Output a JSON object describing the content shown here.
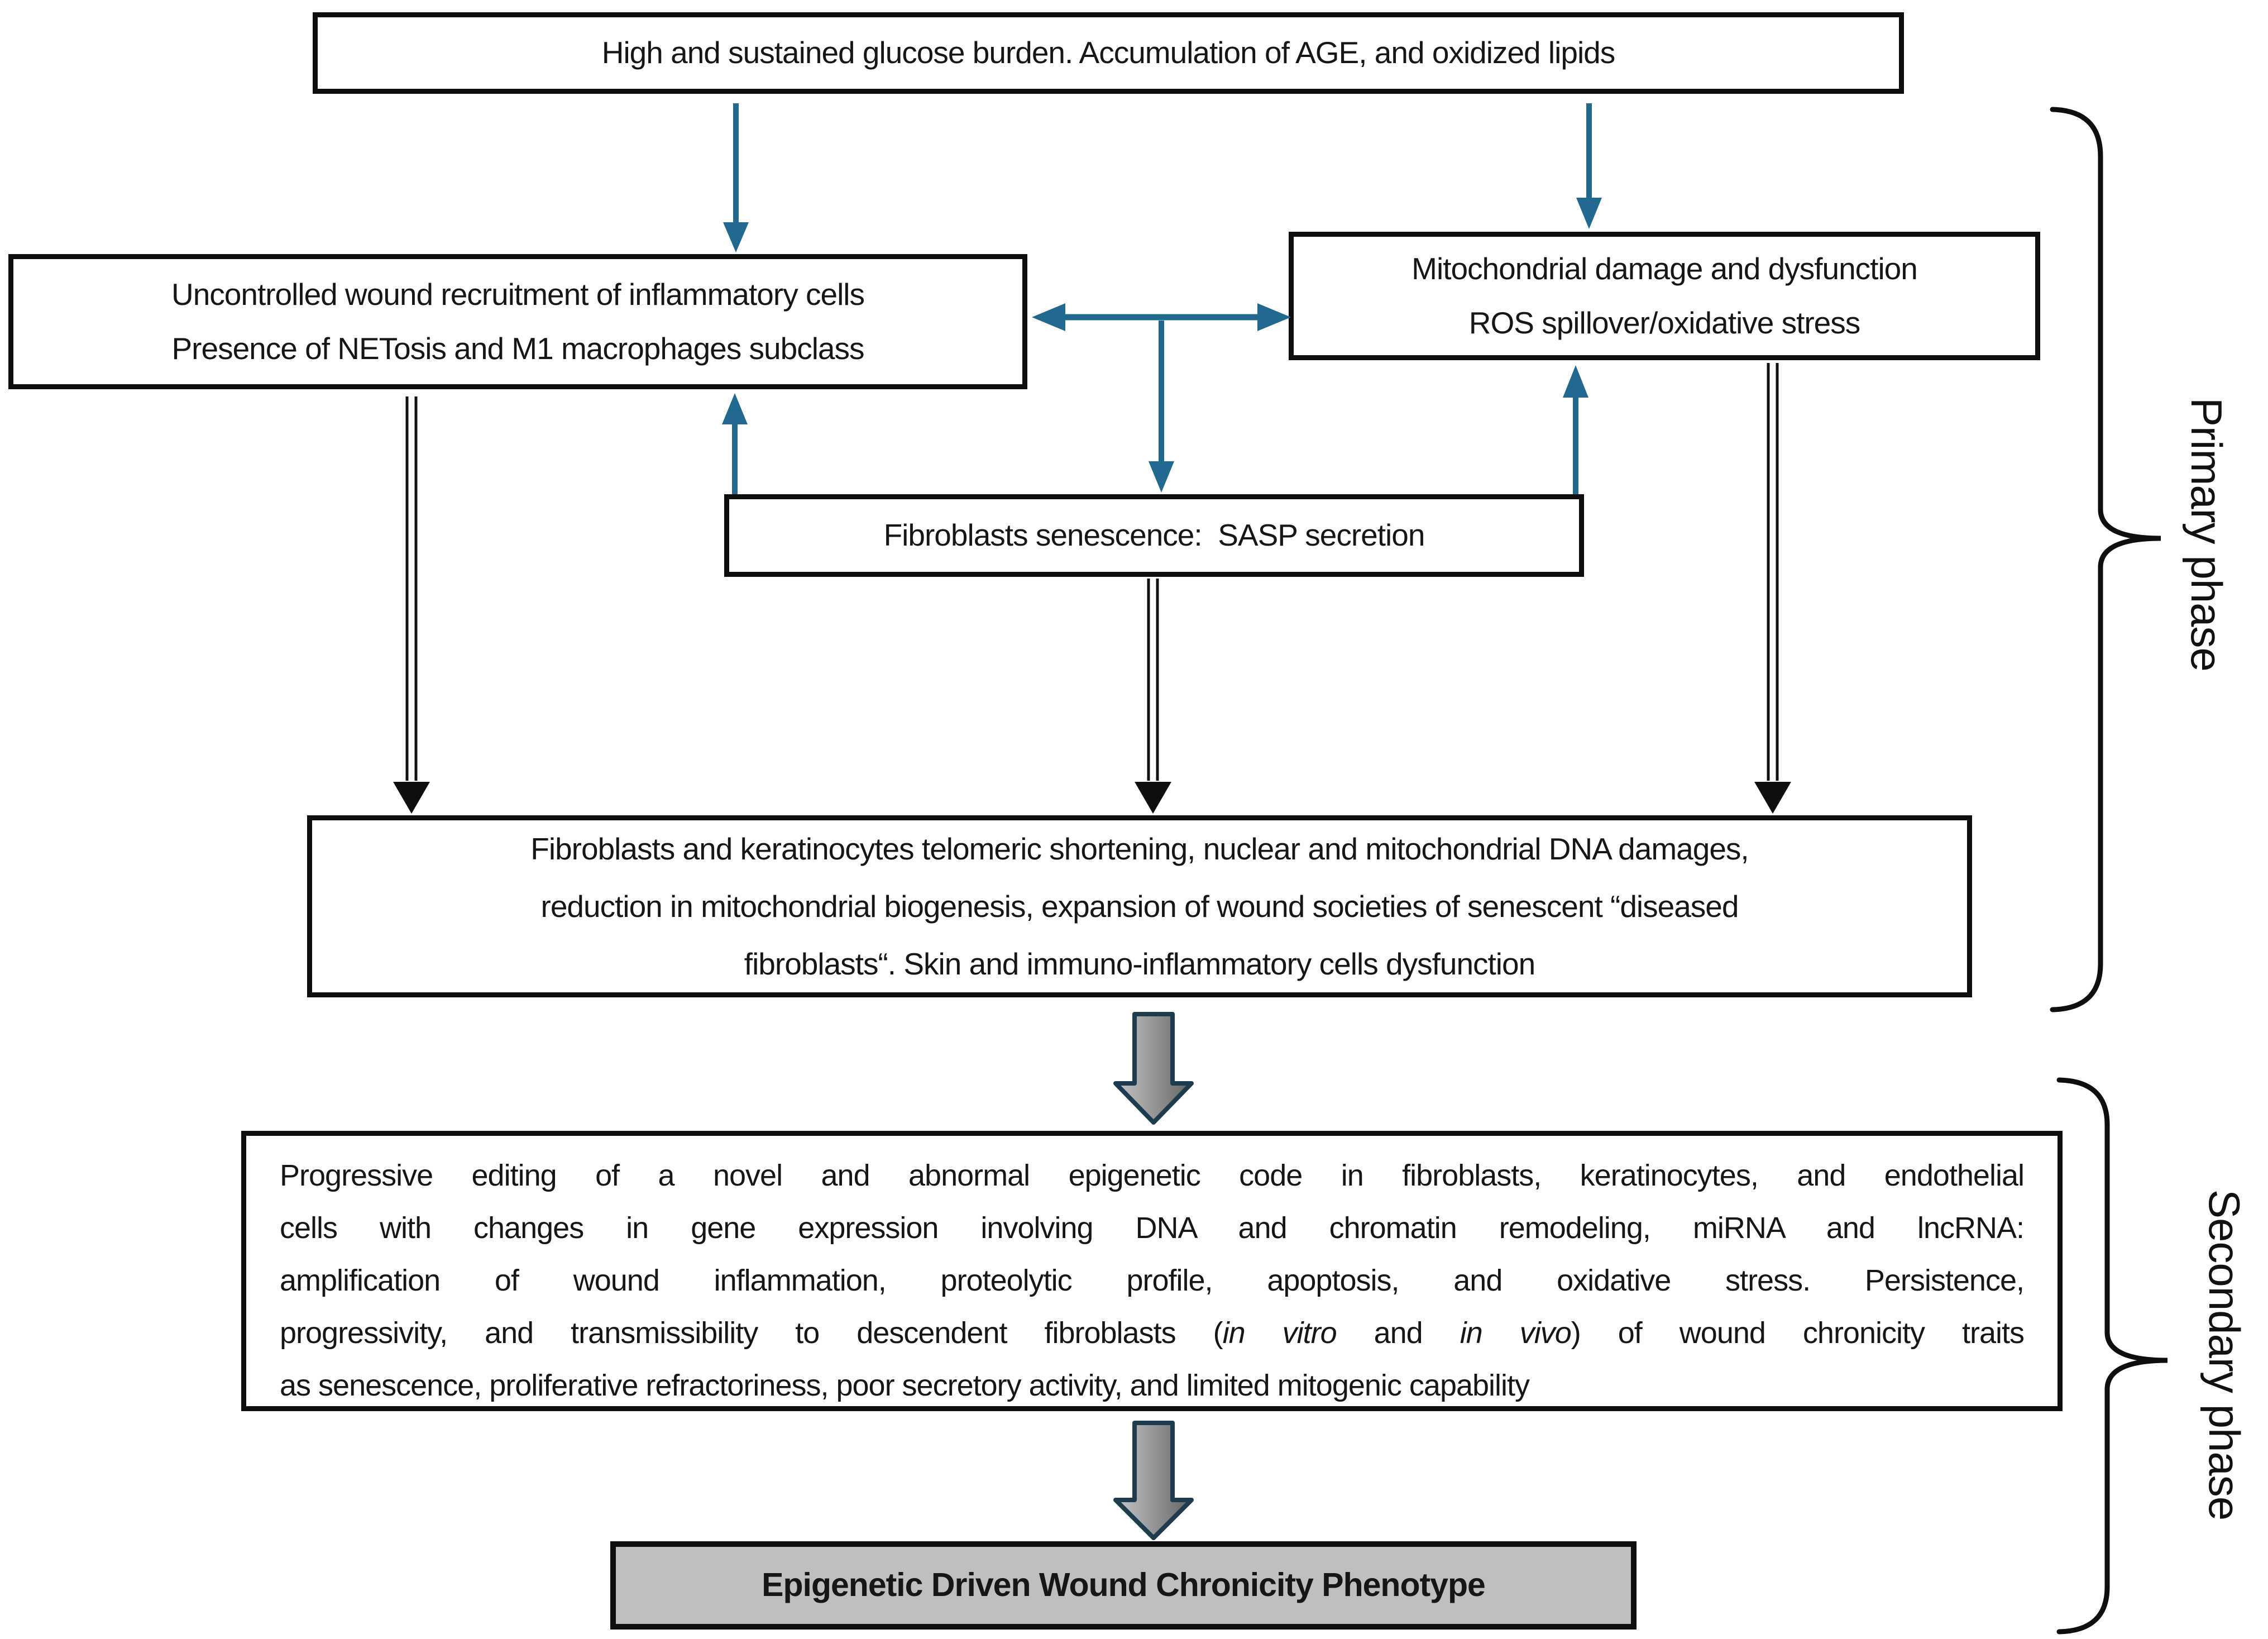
{
  "boxes": {
    "glucose": {
      "text": "High and sustained glucose burden. Accumulation of AGE, and oxidized lipids"
    },
    "inflammatory": {
      "line1": "Uncontrolled wound recruitment of inflammatory cells",
      "line2": "Presence of NETosis and M1 macrophages subclass"
    },
    "mitochondrial": {
      "line1": "Mitochondrial damage and dysfunction",
      "line2": "ROS spillover/oxidative stress"
    },
    "senescence": {
      "text": "Fibroblasts senescence:  SASP secretion"
    },
    "primary_outcome": {
      "lines": [
        "Fibroblasts and keratinocytes telomeric shortening, nuclear and mitochondrial DNA damages,",
        "reduction in mitochondrial biogenesis, expansion of wound societies of senescent “diseased",
        "fibroblasts“. Skin and immuno-inflammatory cells dysfunction"
      ]
    },
    "secondary_outcome": {
      "line1": "Progressive editing of a novel and abnormal epigenetic code in fibroblasts, keratinocytes, and endothelial",
      "line2": "cells with changes in gene expression involving DNA and chromatin remodeling, miRNA and lncRNA:",
      "line3": "amplification of wound inflammation, proteolytic profile, apoptosis, and oxidative stress. Persistence,",
      "line4_pre": "progressivity, and transmissibility to descendent fibroblasts (",
      "line4_italic1": "in vitro",
      "line4_mid": " and ",
      "line4_italic2": "in vivo",
      "line4_post": ") of wound chronicity traits",
      "line5": "as senescence, proliferative refractoriness, poor secretory activity, and limited mitogenic capability"
    },
    "phenotype": {
      "text": "Epigenetic Driven Wound Chronicity Phenotype"
    }
  },
  "labels": {
    "primary_phase": "Primary phase",
    "secondary_phase": "Secondary phase"
  },
  "colors": {
    "arrow_blue": "#226990",
    "line_black": "#0e0e0e",
    "gray_box_bg": "#bfbfbf",
    "arrow3d_outline": "#1d3c4e",
    "arrow3d_body": "#8f8f8f"
  },
  "arrows": [
    {
      "from": "glucose",
      "to": "inflammatory",
      "style": "blue-solid-down"
    },
    {
      "from": "glucose",
      "to": "mitochondrial",
      "style": "blue-solid-down"
    },
    {
      "from": "inflammatory",
      "to": "mitochondrial",
      "style": "blue-solid-bidirectional"
    },
    {
      "from": "inflammatory-mitochondrial-link",
      "to": "senescence",
      "style": "blue-solid-down"
    },
    {
      "from": "senescence",
      "to": "inflammatory",
      "style": "blue-solid-up"
    },
    {
      "from": "senescence",
      "to": "mitochondrial",
      "style": "blue-solid-up"
    },
    {
      "from": "inflammatory",
      "to": "primary_outcome",
      "style": "black-double-line-down"
    },
    {
      "from": "senescence",
      "to": "primary_outcome",
      "style": "black-double-line-down"
    },
    {
      "from": "mitochondrial",
      "to": "primary_outcome",
      "style": "black-double-line-down"
    },
    {
      "from": "primary_outcome",
      "to": "secondary_outcome",
      "style": "gray-3d-block-down"
    },
    {
      "from": "secondary_outcome",
      "to": "phenotype",
      "style": "gray-3d-block-down"
    }
  ]
}
